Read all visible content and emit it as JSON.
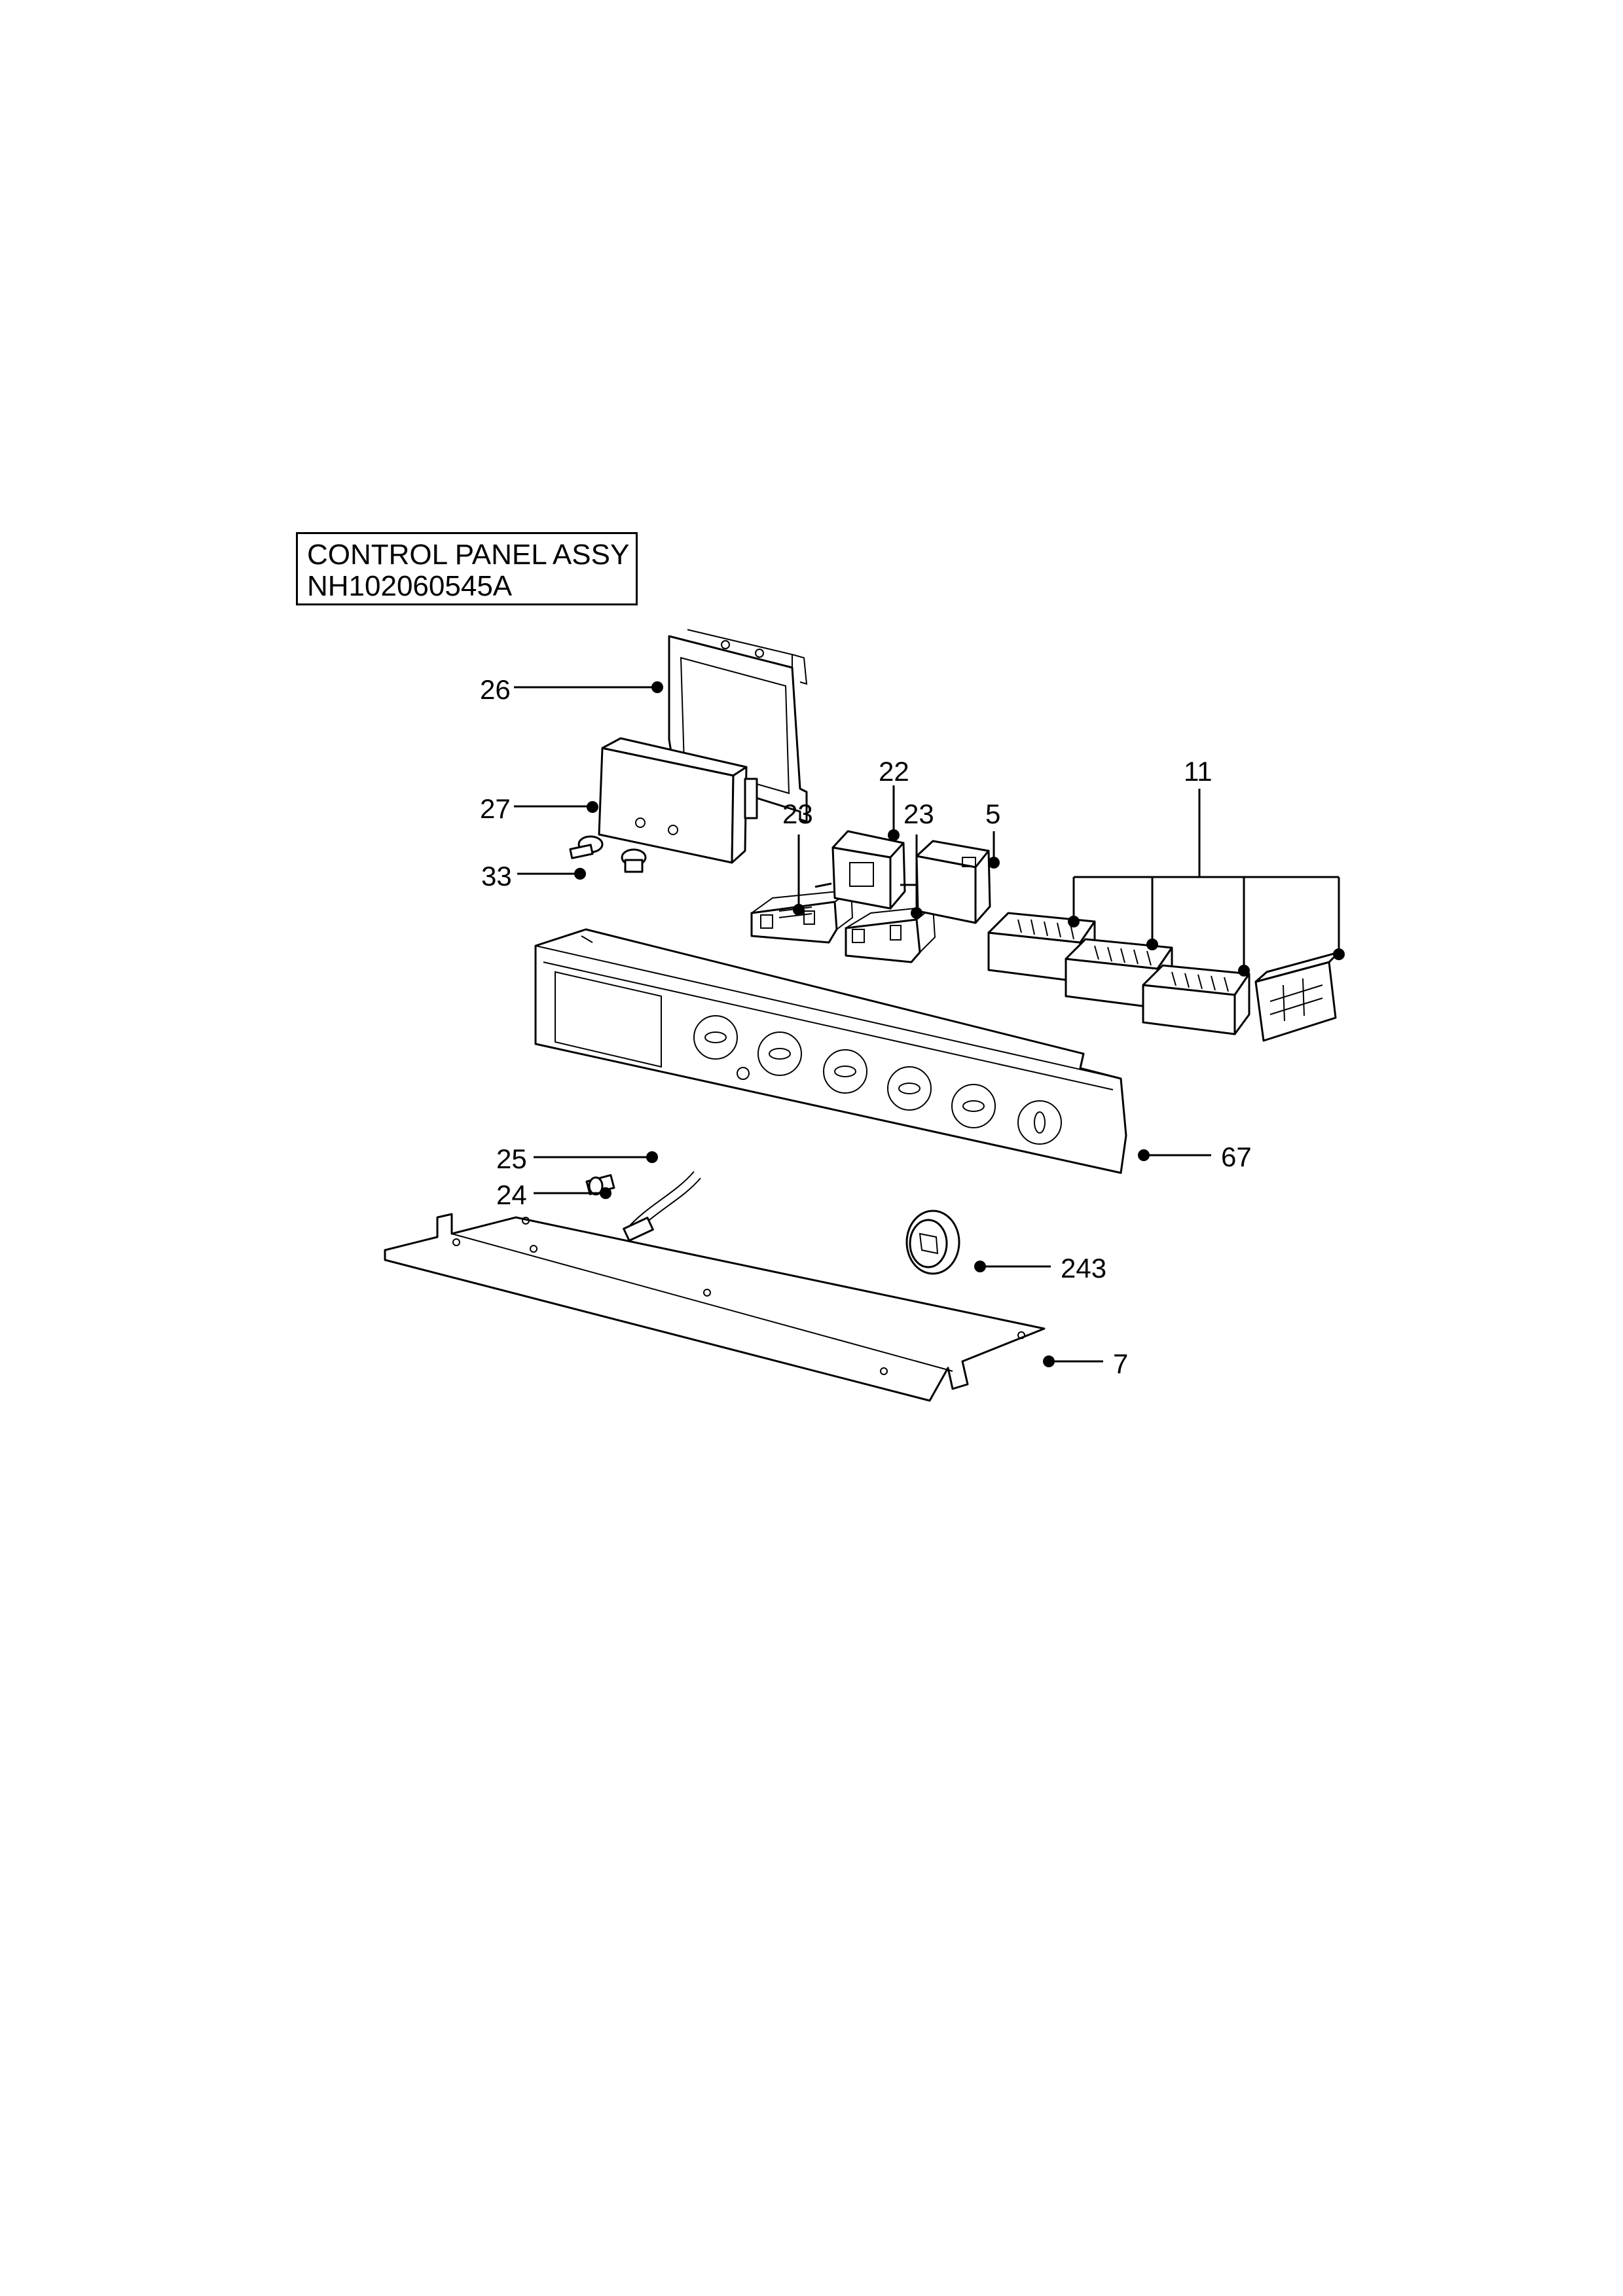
{
  "title": {
    "line1": "CONTROL PANEL ASSY",
    "line2": "NH102060545A"
  },
  "callouts": {
    "c26": "26",
    "c27": "27",
    "c33": "33",
    "c23a": "23",
    "c22": "22",
    "c23b": "23",
    "c5": "5",
    "c11": "11",
    "c25": "25",
    "c24": "24",
    "c67": "67",
    "c243": "243",
    "c7": "7"
  }
}
